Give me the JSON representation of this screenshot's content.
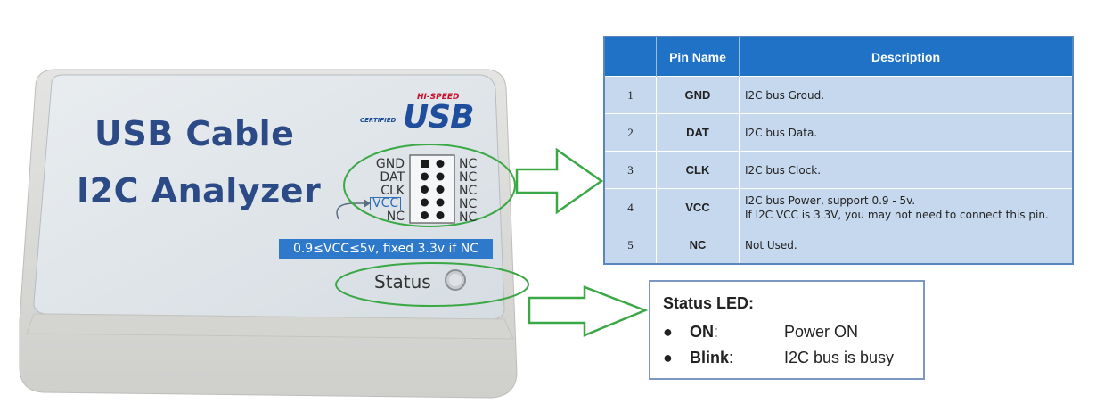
{
  "device": {
    "title_line1": "USB Cable",
    "title_line2": "I2C Analyzer",
    "usb_logo": {
      "hispeed": "HI-SPEED",
      "certified": "CERTIFIED",
      "word": "USB"
    },
    "pins_left": [
      "GND",
      "DAT",
      "CLK",
      "VCC",
      "NC"
    ],
    "pins_right": [
      "NC",
      "NC",
      "NC",
      "NC",
      "NC"
    ],
    "vcc_spec": "0.9≤VCC≤5v, fixed 3.3v if NC",
    "status_label": "Status"
  },
  "pin_table": {
    "headers": [
      "",
      "Pin Name",
      "Description"
    ],
    "rows": [
      {
        "num": "1",
        "name": "GND",
        "desc": "I2C bus Groud.",
        "desc2": ""
      },
      {
        "num": "2",
        "name": "DAT",
        "desc": "I2C bus Data.",
        "desc2": ""
      },
      {
        "num": "3",
        "name": "CLK",
        "desc": "I2C bus Clock.",
        "desc2": ""
      },
      {
        "num": "4",
        "name": "VCC",
        "desc": "I2C bus Power, support 0.9 - 5v.",
        "desc2": "If I2C VCC is 3.3V, you may not need to connect this pin."
      },
      {
        "num": "5",
        "name": "NC",
        "desc": "Not Used.",
        "desc2": ""
      }
    ]
  },
  "status_led": {
    "title": "Status LED:",
    "items": [
      {
        "bullet": "●",
        "term": "ON",
        "colon": ":",
        "value": "Power ON"
      },
      {
        "bullet": "●",
        "term": "Blink",
        "colon": ":",
        "value": "I2C bus is busy"
      }
    ]
  },
  "colors": {
    "title_blue": "#2b4a86",
    "table_header": "#1f72c6",
    "table_row": "#c6d8ee",
    "highlight_green": "#3aa845",
    "spec_bar": "#2e79c9"
  }
}
